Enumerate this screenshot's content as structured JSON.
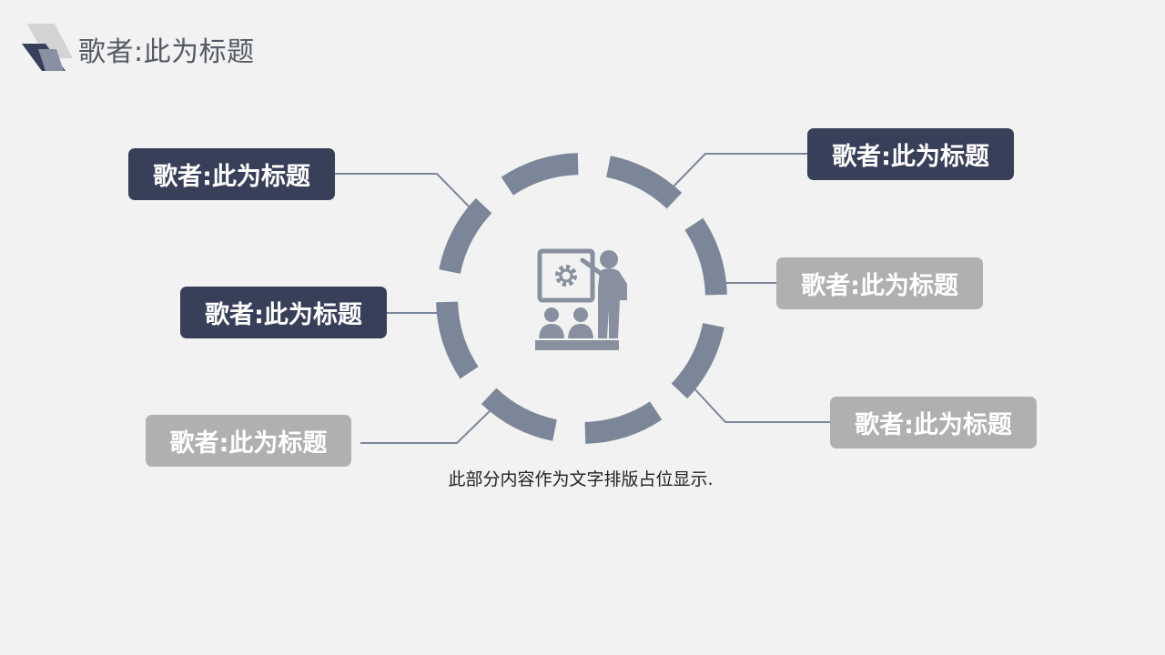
{
  "title": "歌者:此为标题",
  "labels": [
    {
      "text": "歌者:此为标题",
      "style": "dark"
    },
    {
      "text": "歌者:此为标题",
      "style": "dark"
    },
    {
      "text": "歌者:此为标题",
      "style": "dark"
    },
    {
      "text": "歌者:此为标题",
      "style": "light"
    },
    {
      "text": "歌者:此为标题",
      "style": "light"
    },
    {
      "text": "歌者:此为标题",
      "style": "light"
    }
  ],
  "body_text": "此部分内容作为文字排版占位显示.",
  "colors": {
    "background": "#f2f2f2",
    "dark_label": "#383f59",
    "light_label": "#b0b0b0",
    "ring": "#7b8698",
    "icon": "#8890a0",
    "connector": "#7b8698"
  },
  "icons": {
    "logo": "stacked-parallelogram-logo",
    "center": "presentation-meeting-icon"
  }
}
